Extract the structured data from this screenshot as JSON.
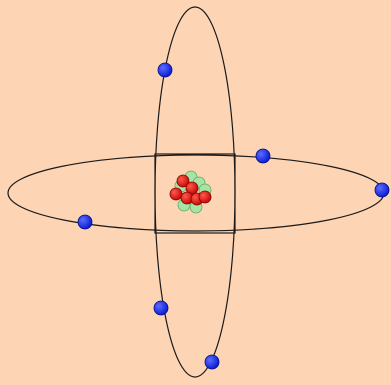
{
  "colors": {
    "background": "#FDD5B5",
    "orbit_line": "#1A1A1A",
    "box_line": "#1A1A1A",
    "electron": "#0B1FD6",
    "electron_highlight": "#5C6CFF",
    "proton": "#CC0A0A",
    "proton_highlight": "#FF5A4A",
    "neutron": "#A6E3A6",
    "neutron_outline": "#5FA85F"
  },
  "icons": {
    "electron": "blue-dot-icon",
    "proton": "red-dot-icon",
    "neutron": "green-dot-icon"
  },
  "diagram": {
    "orbits": [
      "vertical-orbit",
      "horizontal-orbit"
    ],
    "electron_count": 6,
    "nucleus": {
      "protons": 6,
      "neutrons": 6
    }
  }
}
